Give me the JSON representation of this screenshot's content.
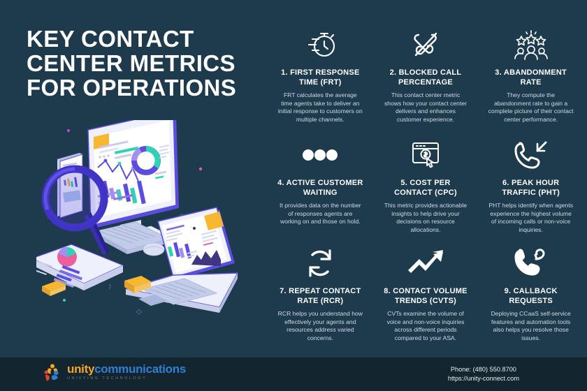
{
  "title": {
    "line1": "KEY CONTACT",
    "line2": "CENTER METRICS",
    "line3": "FOR OPERATIONS"
  },
  "colors": {
    "background": "#1e3a4d",
    "footer_background": "#13262f",
    "title_text": "#ffffff",
    "card_title_text": "#ffffff",
    "card_body_text": "#cfdbe4",
    "logo_unity": "#f5a623",
    "logo_communications": "#2f7fd4",
    "logo_tagline": "#6d7b84",
    "illustration_purple": "#5b4de0",
    "illustration_light": "#eef0fb",
    "illustration_yellow": "#f7b731",
    "illustration_teal": "#2ed3b7",
    "illustration_pink": "#ec5f9c"
  },
  "cards": [
    {
      "icon": "stopwatch-icon",
      "title": "1. FIRST RESPONSE TIME (FRT)",
      "desc": "FRT calculates the average time agents take to deliver an initial response to customers on multiple channels."
    },
    {
      "icon": "blocked-call-icon",
      "title": "2. BLOCKED CALL PERCENTAGE",
      "desc": "This contact center metric shows how your contact center delivers and enhances customer experience."
    },
    {
      "icon": "stars-people-icon",
      "title": "3. ABANDONMENT RATE",
      "desc": "They compute the abandonment rate to gain a complete picture of their contact center performance."
    },
    {
      "icon": "three-dots-icon",
      "title": "4. ACTIVE CUSTOMER WAITING",
      "desc": "It provides data on the number of responses agents are working on and those on hold."
    },
    {
      "icon": "browser-cost-click-icon",
      "title": "5. COST PER CONTACT (CPC)",
      "desc": "This metric provides actionable insights to help drive your decisions on resource allocations."
    },
    {
      "icon": "incoming-call-icon",
      "title": "6. PEAK HOUR TRAFFIC (PHT)",
      "desc": "PHT helps identify when agents experience the highest volume of incoming calls or non-voice inquiries."
    },
    {
      "icon": "refresh-cycle-icon",
      "title": "7. REPEAT CONTACT RATE (RCR)",
      "desc": "RCR helps you understand how effectively your agents and resources address varied concerns."
    },
    {
      "icon": "trend-up-arrow-icon",
      "title": "8. CONTACT VOLUME TRENDS (CVTS)",
      "desc": "CVTs examine the volume of voice and non-voice inquiries across different periods compared to your ASA."
    },
    {
      "icon": "callback-phone-icon",
      "title": "9. CALLBACK REQUESTS",
      "desc": "Deploying CCaaS self-service features and automation tools also helps you resolve those issues."
    }
  ],
  "footer": {
    "logo_unity": "unity",
    "logo_communications": "communications",
    "logo_tagline": "UNIFYING TECHNOLOGY",
    "phone": "Phone: (480) 550.8700",
    "website": "https://unity-connect.com"
  }
}
